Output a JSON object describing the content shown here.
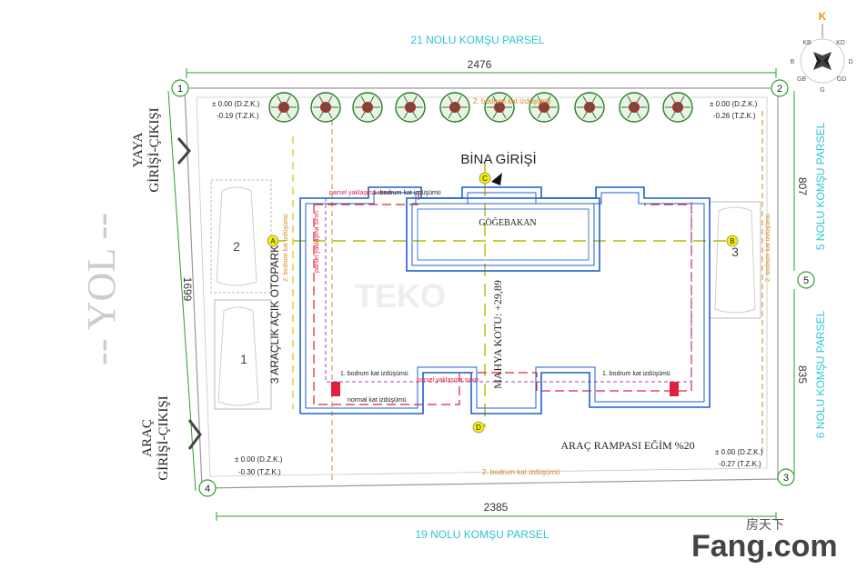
{
  "labels": {
    "north_neighbor": "21 NOLU KOMŞU PARSEL",
    "south_neighbor": "19 NOLU KOMŞU PARSEL",
    "east_neighbor_upper": "5 NOLU KOMŞU PARSEL",
    "east_neighbor_lower": "6 NOLU KOMŞU PARSEL",
    "road": "-- YOL --",
    "pedestrian_entry_line1": "YAYA",
    "pedestrian_entry_line2": "GİRİŞİ-ÇIKIŞI",
    "vehicle_entry_line1": "ARAÇ",
    "vehicle_entry_line2": "GİRİŞİ-ÇIKIŞI",
    "building_entrance": "BİNA GİRİŞİ",
    "gogebakan": "GÖĞEBAKAN",
    "mahya_kotu": "MAHYA KOTU: +29,89",
    "ramp": "ARAÇ RAMPASI EĞİM %20",
    "open_parking": "3 ARAÇLIK AÇIK OTOPARK",
    "parcel_approach_top": "parsel yaklaşma sınırı",
    "parcel_approach_bottom": "parsel yaklaşma sınırı",
    "parcel_approach_left": "parsel yaklaşma sınırı",
    "basement1_trace_top": "1. bodrum kat izdüşümü",
    "basement1_trace_bl": "1. bodrum kat izdüşümü",
    "basement1_trace_br": "1. bodrum kat izdüşümü",
    "basement2_trace_top": "2. bodrum kat izdüşümü",
    "basement2_trace_bottom": "2. bodrum kat izdüşümü",
    "basement2_trace_left": "2. bodrum kat izdüşümü",
    "basement2_trace_right": "2. bodrum kat izdüşümü",
    "normal_floor_trace": "normal kat izdüşümü",
    "watermark": "TEKO",
    "site_logo": "Fang.com",
    "site_logo_cn": "房天下"
  },
  "dimensions": {
    "top": "2476",
    "bottom": "2385",
    "left": "1699",
    "right_upper": "807",
    "right_lower": "835"
  },
  "corners": [
    {
      "id": "1",
      "dzk": "± 0.00 (D.Z.K.)",
      "tzk": "-0.19 (T.Z.K.)"
    },
    {
      "id": "2",
      "dzk": "± 0.00 (D.Z.K.)",
      "tzk": "-0.26 (T.Z.K.)"
    },
    {
      "id": "3",
      "dzk": "± 0.00 (D.Z.K.)",
      "tzk": "-0.27 (T.Z.K.)"
    },
    {
      "id": "4",
      "dzk": "± 0.00 (D.Z.K.)",
      "tzk": "-0.30 (T.Z.K.)"
    },
    {
      "id": "5"
    }
  ],
  "parking_spots": [
    "1",
    "2",
    "3"
  ],
  "axis_markers": [
    "A",
    "B",
    "C",
    "D"
  ],
  "compass": {
    "K": "K",
    "KB": "KB",
    "KD": "KD",
    "B": "B",
    "D": "D",
    "GB": "GB",
    "GD": "GD",
    "G": "G"
  },
  "colors": {
    "neighbor_text": "#2ec4d6",
    "dimension_green": "#2aa02a",
    "wall_blue": "#1d5fd1",
    "approach_red": "#e0203c",
    "basement_purple": "#a040c0",
    "axis_yellow": "#b8b800",
    "orange_text": "#d08a20",
    "road_text": "#cccccc",
    "compass_k": "#e0a000"
  }
}
